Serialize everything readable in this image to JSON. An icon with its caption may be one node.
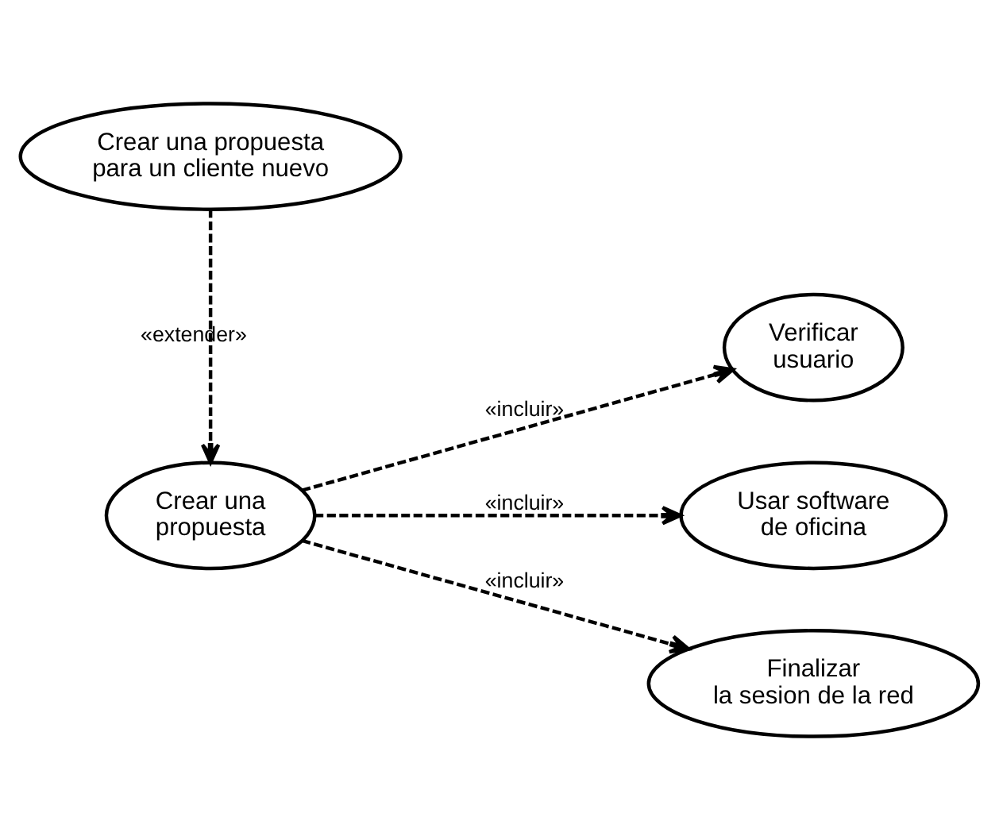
{
  "diagram": {
    "nodes": [
      {
        "text": [
          "Crear una propuesta"
        ]
      },
      {
        "text": [
          "Verificar usuario"
        ]
      },
      {
        "text": [
          "Usar software de oficina"
        ]
      },
      {
        "text": [
          "Finalizar la sesion de la red"
        ]
      },
      {
        "text": [
          "Crear una propuesta para un cliente nuevo"
        ]
      }
    ],
    "edges": [
      {
        "from": 0,
        "to": 1,
        "arrow": "to",
        "label": "«incluir»",
        "style": "dashed"
      },
      {
        "from": 0,
        "to": 2,
        "arrow": "to",
        "label": "«incluir»",
        "style": "dashed"
      },
      {
        "from": 0,
        "to": 3,
        "arrow": "to",
        "label": "«incluir»",
        "style": "dashed"
      },
      {
        "from": 4,
        "to": 0,
        "arrow": "to",
        "label": "«extender»",
        "style": "dashed"
      }
    ]
  }
}
